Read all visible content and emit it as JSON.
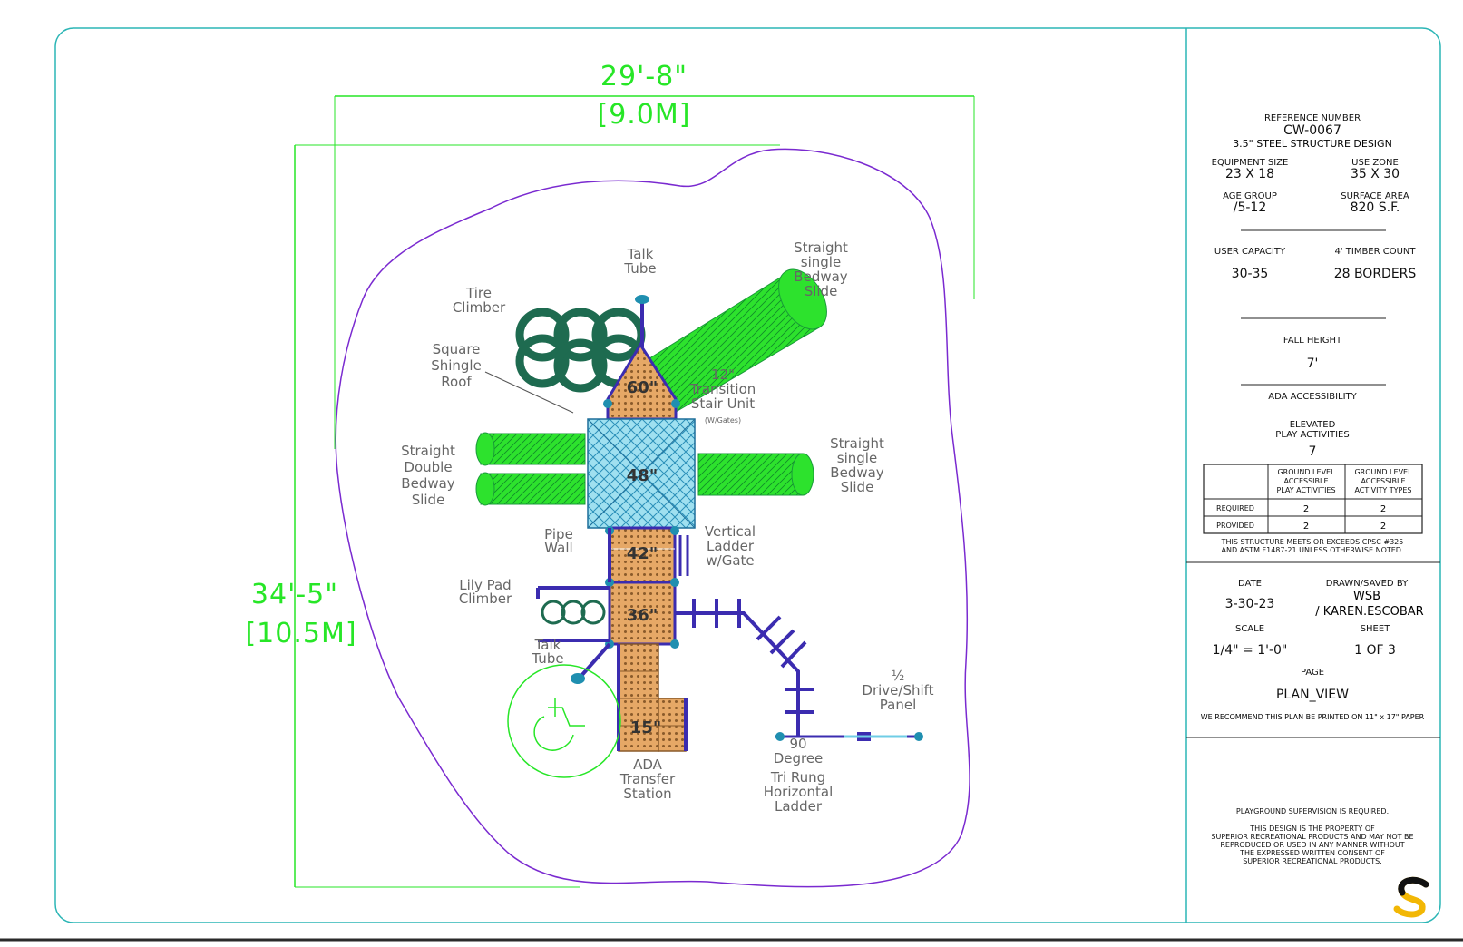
{
  "dimensions": {
    "width_ft": "29'-8\"",
    "width_m": "[9.0M]",
    "depth_ft": "34'-5\"",
    "depth_m": "[10.5M]"
  },
  "labels": {
    "talk_tube_top": [
      "Talk",
      "Tube"
    ],
    "tire_climber": [
      "Tire",
      "Climber"
    ],
    "square_roof": [
      "Square",
      "Shingle",
      "Roof"
    ],
    "slide_top_right": [
      "Straight",
      "single",
      "Bedway",
      "Slide"
    ],
    "transition_stair": [
      "12\"",
      "Transition",
      "Stair Unit"
    ],
    "transition_gates": "(W/Gates)",
    "double_slide": [
      "Straight",
      "Double",
      "Bedway",
      "Slide"
    ],
    "slide_right": [
      "Straight",
      "single",
      "Bedway",
      "Slide"
    ],
    "pipe_wall": [
      "Pipe",
      "Wall"
    ],
    "vertical_ladder": [
      "Vertical",
      "Ladder",
      "w/Gate"
    ],
    "lily_pad": [
      "Lily Pad",
      "Climber"
    ],
    "talk_tube_low": [
      "Talk",
      "Tube"
    ],
    "ada_station": [
      "ADA",
      "Transfer",
      "Station"
    ],
    "horizontal_ladder": [
      "90",
      "Degree",
      "Tri Rung",
      "Horizontal",
      "Ladder"
    ],
    "drive_panel": [
      "½",
      "Drive/Shift",
      "Panel"
    ]
  },
  "deck_heights": [
    "60\"",
    "48\"",
    "42\"",
    "36\"",
    "15\""
  ],
  "colors": {
    "border": "#2bb5b5",
    "use_zone": "#7a2ad0",
    "dimension": "#27e627",
    "slide": "#2de22d",
    "tire": "#1e6b50",
    "deck": "#c8884e",
    "roof": "#6fcde6",
    "pipe": "#3b2cb0",
    "connector": "#1f8fb0",
    "ada": "#27e627"
  },
  "title_block": {
    "ref_label": "REFERENCE NUMBER",
    "ref_value": "CW-0067",
    "design": "3.5\" STEEL STRUCTURE DESIGN",
    "equip_label": "EQUIPMENT SIZE",
    "equip_value": "23 X 18",
    "zone_label": "USE ZONE",
    "zone_value": "35 X 30",
    "age_label": "AGE GROUP",
    "age_value": "/5-12",
    "surface_label": "SURFACE AREA",
    "surface_value": "820 S.F.",
    "capacity_label": "USER CAPACITY",
    "capacity_value": "30-35",
    "timber_label": "4' TIMBER COUNT",
    "timber_value": "28 BORDERS",
    "fall_label": "FALL HEIGHT",
    "fall_value": "7'",
    "ada_label": "ADA ACCESSIBILITY",
    "elev_label_1": "ELEVATED",
    "elev_label_2": "PLAY ACTIVITIES",
    "elev_value": "7",
    "table_col1": [
      "GROUND LEVEL",
      "ACCESSIBLE",
      "PLAY ACTIVITIES"
    ],
    "table_col2": [
      "GROUND LEVEL",
      "ACCESSIBLE",
      "ACTIVITY TYPES"
    ],
    "table_rows": [
      {
        "label": "REQUIRED",
        "a": "2",
        "b": "2"
      },
      {
        "label": "PROVIDED",
        "a": "2",
        "b": "2"
      }
    ],
    "cpsc_1": "THIS STRUCTURE MEETS OR EXCEEDS CPSC #325",
    "cpsc_2": "AND ASTM F1487-21 UNLESS OTHERWISE NOTED.",
    "date_label": "DATE",
    "date_value": "3-30-23",
    "drawn_label": "DRAWN/SAVED BY",
    "drawn_value_1": "WSB",
    "drawn_value_2": "/ KAREN.ESCOBAR",
    "scale_label": "SCALE",
    "scale_value": "1/4\" = 1'-0\"",
    "sheet_label": "SHEET",
    "sheet_value": "1  OF   3",
    "page_label": "PAGE",
    "page_value": "PLAN_VIEW",
    "print_note": "WE RECOMMEND THIS PLAN BE PRINTED ON 11\" x 17\" PAPER",
    "supervision": "PLAYGROUND SUPERVISION IS REQUIRED.",
    "legal_1": "THIS DESIGN IS THE PROPERTY OF",
    "legal_2": "SUPERIOR RECREATIONAL PRODUCTS AND MAY NOT BE",
    "legal_3": "REPRODUCED OR USED IN ANY MANNER WITHOUT",
    "legal_4": "THE EXPRESSED WRITTEN CONSENT OF",
    "legal_5": "SUPERIOR RECREATIONAL PRODUCTS.",
    "logo": "S"
  }
}
